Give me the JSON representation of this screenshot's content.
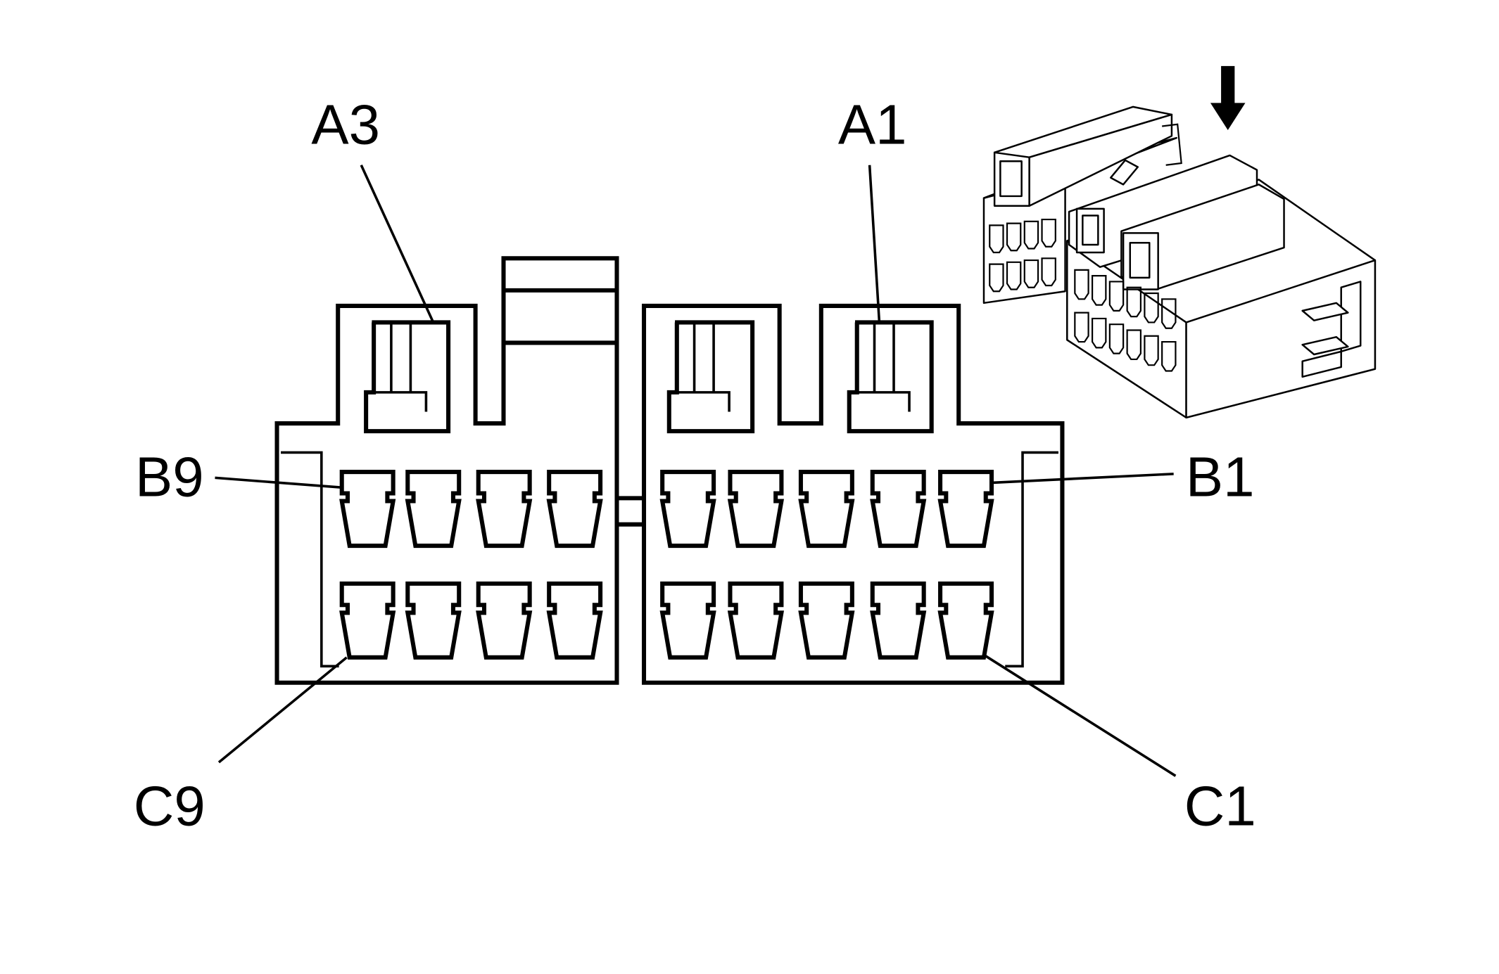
{
  "labels": {
    "a3": "A3",
    "a1": "A1",
    "b9": "B9",
    "b1": "B1",
    "c9": "C9",
    "c1": "C1"
  },
  "colors": {
    "line": "#000000",
    "background": "#ffffff"
  }
}
